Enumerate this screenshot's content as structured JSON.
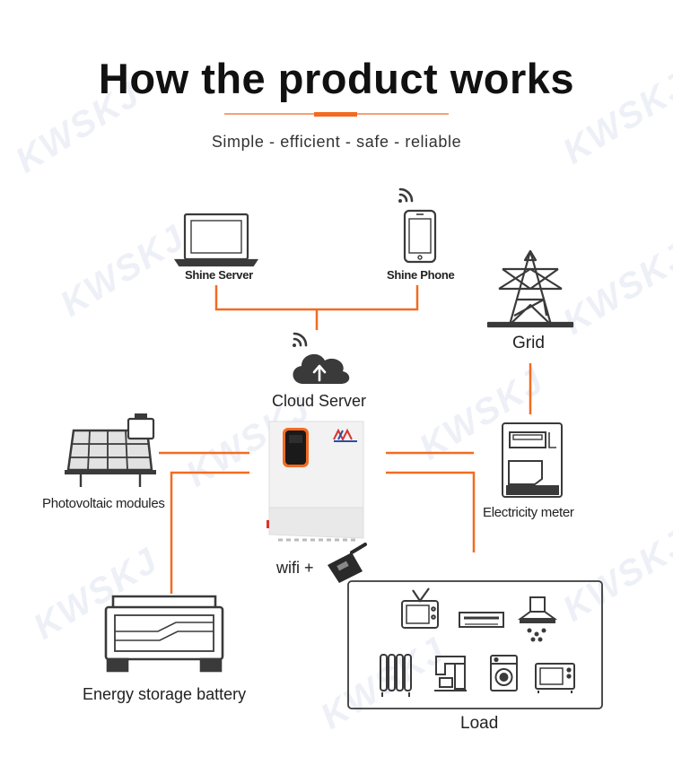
{
  "header": {
    "title": "How the product works",
    "subtitle": "Simple - efficient - safe - reliable"
  },
  "nodes": {
    "shine_server": "Shine Server",
    "shine_phone": "Shine Phone",
    "cloud_server": "Cloud Server",
    "grid": "Grid",
    "pv_modules": "Photovoltaic modules",
    "electricity_meter": "Electricity meter",
    "wifi": "wifi +",
    "battery": "Energy storage battery",
    "load": "Load"
  },
  "watermark": {
    "text": "KWSKJ"
  },
  "colors": {
    "accent": "#f26b21",
    "icon": "#3a3a3a",
    "inverter_body": "#f2f2f2",
    "watermark": "#eef0f7"
  },
  "icons": [
    "laptop-icon",
    "smartphone-icon",
    "wifi-icon",
    "cloud-upload-icon",
    "transmission-tower-icon",
    "solar-panel-icon",
    "inverter-icon",
    "electricity-meter-icon",
    "wifi-dongle-icon",
    "battery-icon",
    "tv-icon",
    "air-conditioner-icon",
    "range-hood-icon",
    "heater-icon",
    "coffee-machine-icon",
    "washing-machine-icon",
    "microwave-icon"
  ]
}
